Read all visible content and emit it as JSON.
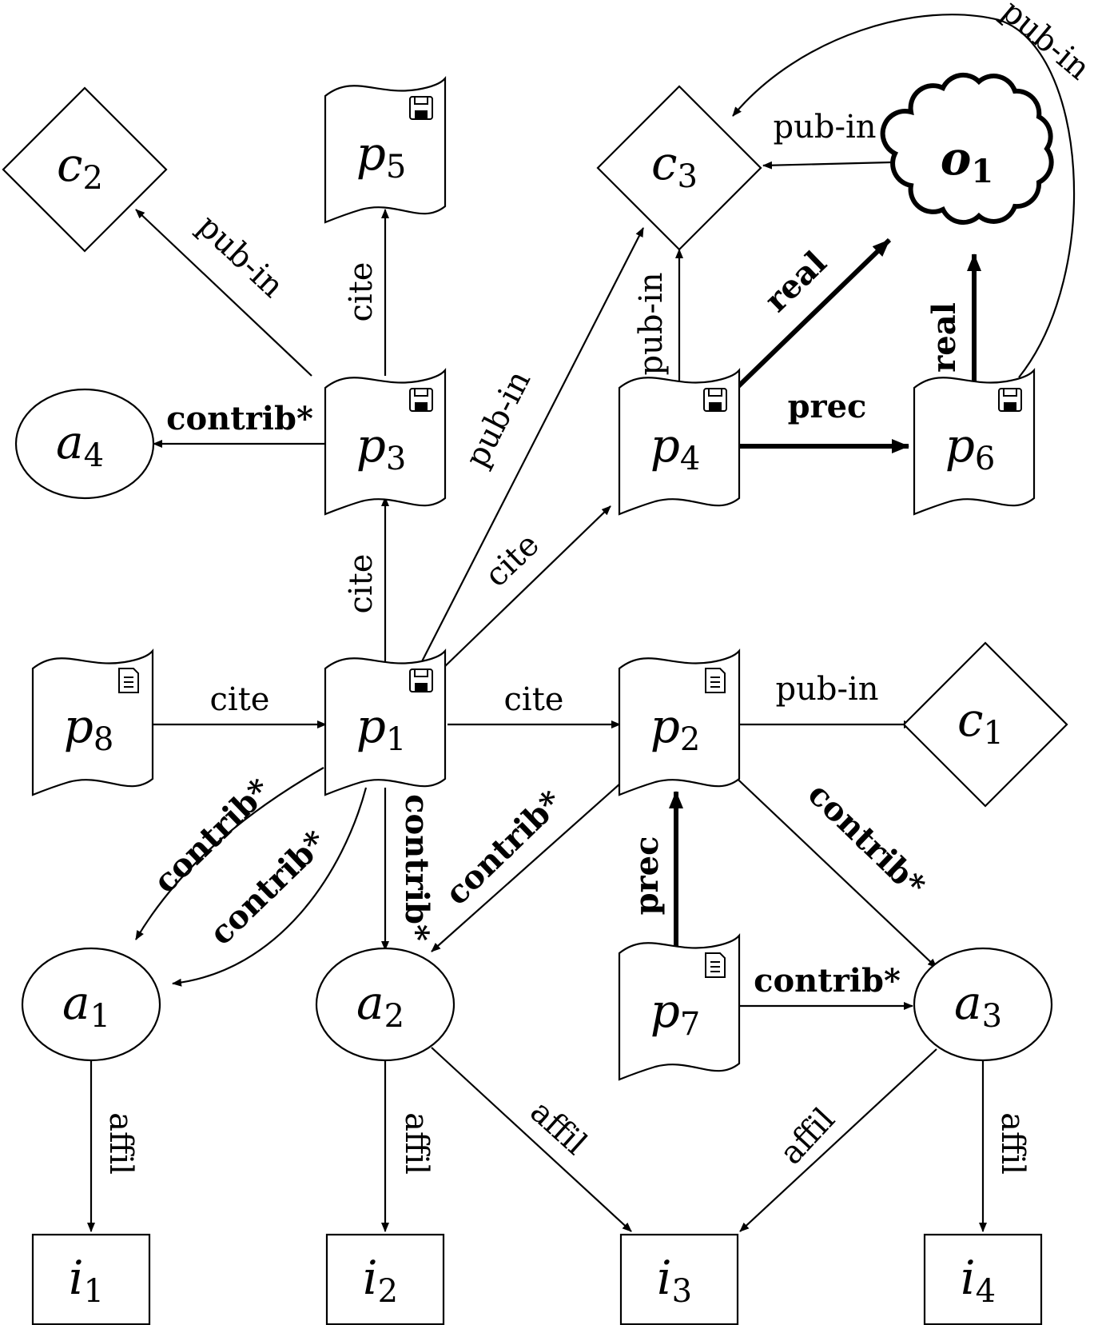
{
  "nodes": {
    "c1": {
      "letter": "c",
      "sub": "1"
    },
    "c2": {
      "letter": "c",
      "sub": "2"
    },
    "c3": {
      "letter": "c",
      "sub": "3"
    },
    "o1": {
      "letter": "o",
      "sub": "1"
    },
    "p1": {
      "letter": "p",
      "sub": "1",
      "icon": "floppy-disk-icon"
    },
    "p2": {
      "letter": "p",
      "sub": "2",
      "icon": "document-icon"
    },
    "p3": {
      "letter": "p",
      "sub": "3",
      "icon": "floppy-disk-icon"
    },
    "p4": {
      "letter": "p",
      "sub": "4",
      "icon": "floppy-disk-icon"
    },
    "p5": {
      "letter": "p",
      "sub": "5",
      "icon": "floppy-disk-icon"
    },
    "p6": {
      "letter": "p",
      "sub": "6",
      "icon": "floppy-disk-icon"
    },
    "p7": {
      "letter": "p",
      "sub": "7",
      "icon": "document-icon"
    },
    "p8": {
      "letter": "p",
      "sub": "8",
      "icon": "document-icon"
    },
    "a1": {
      "letter": "a",
      "sub": "1"
    },
    "a2": {
      "letter": "a",
      "sub": "2"
    },
    "a3": {
      "letter": "a",
      "sub": "3"
    },
    "a4": {
      "letter": "a",
      "sub": "4"
    },
    "i1": {
      "letter": "i",
      "sub": "1"
    },
    "i2": {
      "letter": "i",
      "sub": "2"
    },
    "i3": {
      "letter": "i",
      "sub": "3"
    },
    "i4": {
      "letter": "i",
      "sub": "4"
    }
  },
  "edges": {
    "p3_c2": "pub-in",
    "p3_p5": "cite",
    "p3_a4": "contrib*",
    "p1_p3": "cite",
    "p1_c3": "pub-in",
    "p1_p4": "cite",
    "p4_c3": "pub-in",
    "p4_o1": "real",
    "p4_p6": "prec",
    "p6_o1": "real",
    "o1_c3": "pub-in",
    "p6_c3": "pub-in",
    "p8_p1": "cite",
    "p1_p2": "cite",
    "p2_c1": "pub-in",
    "p1_a1_outer": "contrib*",
    "p1_a1_inner": "contrib*",
    "p1_a2": "contrib*",
    "p2_a2": "contrib*",
    "p7_p2": "prec",
    "p2_a3": "contrib*",
    "p7_a3": "contrib*",
    "a1_i1": "affil",
    "a2_i2": "affil",
    "a2_i3": "affil",
    "a3_i3": "affil",
    "a3_i4": "affil"
  },
  "colors": {
    "stroke": "#000000",
    "fill": "#ffffff"
  }
}
